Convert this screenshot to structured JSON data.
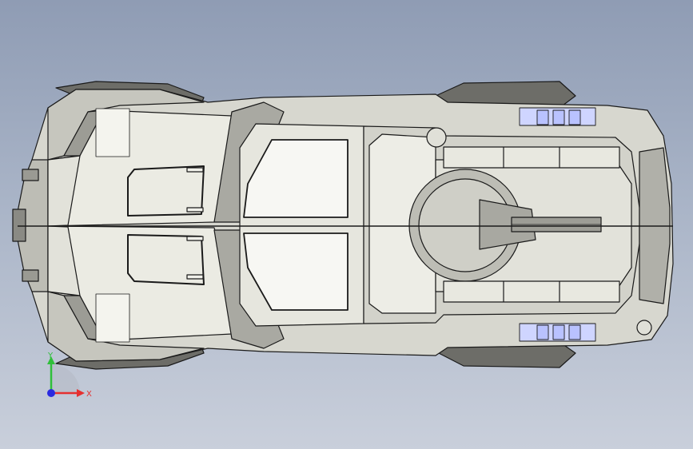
{
  "viewport": {
    "view": "top",
    "model": "armored-vehicle-with-turret"
  },
  "triad": {
    "x_label": "X",
    "y_label": "Y",
    "x_color": "#e53030",
    "y_color": "#2fbf3a",
    "z_color": "#2a2ae0"
  },
  "colors": {
    "body_light": "#ecece4",
    "body_mid": "#cfcfc6",
    "body_dark": "#8d8d86",
    "outline": "#1a1a1a",
    "glass": "#f6f6f2",
    "tube": "#b9c2ff"
  }
}
